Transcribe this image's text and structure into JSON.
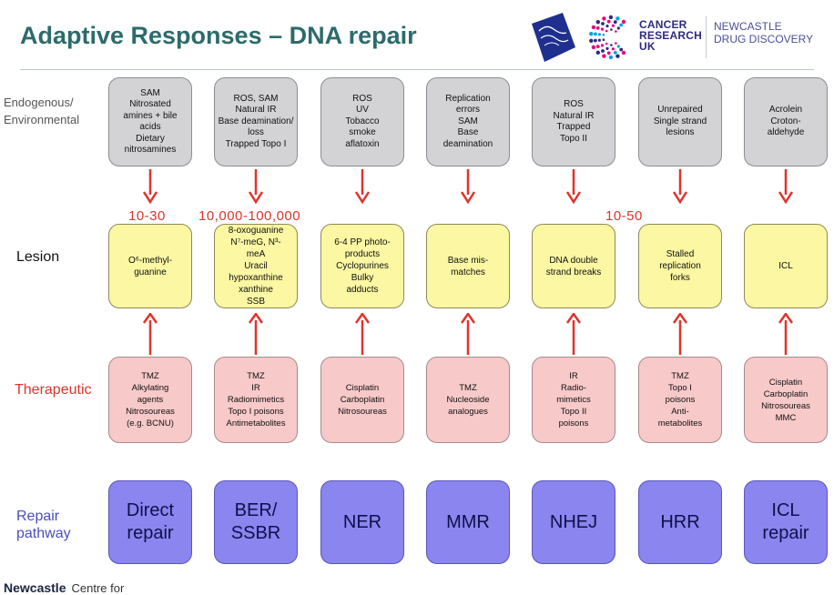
{
  "title": "Adaptive Responses – DNA repair",
  "branding": {
    "cruk_lines": [
      "CANCER",
      "RESEARCH",
      "UK"
    ],
    "ndd_lines": [
      "NEWCASTLE",
      "DRUG DISCOVERY"
    ],
    "footer_brand": "Newcastle",
    "footer_sub": "Centre for"
  },
  "row_labels": {
    "environmental": [
      "Endogenous/",
      "Environmental"
    ],
    "lesion": "Lesion",
    "therapeutic": "Therapeutic",
    "repair": [
      "Repair",
      "pathway"
    ]
  },
  "frequencies": [
    "10-30",
    "10,000-100,000",
    "10-50"
  ],
  "columns": [
    {
      "environmental": "SAM\nNitrosated\namines + bile\nacids\nDietary\nnitrosamines",
      "lesion": "O⁶-methyl-\nguanine",
      "therapeutic": "TMZ\nAlkylating\nagents\nNitrosoureas\n(e.g. BCNU)",
      "repair": "Direct\nrepair"
    },
    {
      "environmental": "ROS, SAM\nNatural IR\nBase deamination/\nloss\nTrapped Topo I",
      "lesion": "8-oxoguanine\nN⁷-meG, N³-\nmeA\nUracil\nhypoxanthine\nxanthine\nSSB",
      "therapeutic": "TMZ\nIR\nRadiomimetics\nTopo I poisons\nAntimetabolites",
      "repair": "BER/\nSSBR"
    },
    {
      "environmental": "ROS\nUV\nTobacco\nsmoke\naflatoxin",
      "lesion": "6-4 PP photo-\nproducts\nCyclopurines\nBulky\nadducts",
      "therapeutic": "Cisplatin\nCarboplatin\nNitrosoureas",
      "repair": "NER"
    },
    {
      "environmental": "Replication\nerrors\nSAM\nBase\ndeamination",
      "lesion": "Base mis-\nmatches",
      "therapeutic": "TMZ\nNucleoside\nanalogues",
      "repair": "MMR"
    },
    {
      "environmental": "ROS\nNatural IR\nTrapped\nTopo II",
      "lesion": "DNA double\nstrand breaks",
      "therapeutic": "IR\nRadio-\nmimetics\nTopo II\npoisons",
      "repair": "NHEJ"
    },
    {
      "environmental": "Unrepaired\nSingle strand\nlesions",
      "lesion": "Stalled\nreplication\nforks",
      "therapeutic": "TMZ\nTopo I\npoisons\nAnti-\nmetabolites",
      "repair": "HRR"
    },
    {
      "environmental": "Acrolein\nCroton-\naldehyde",
      "lesion": "ICL",
      "therapeutic": "Cisplatin\nCarboplatin\nNitrosoureas\nMMC",
      "repair": "ICL\nrepair"
    }
  ]
}
